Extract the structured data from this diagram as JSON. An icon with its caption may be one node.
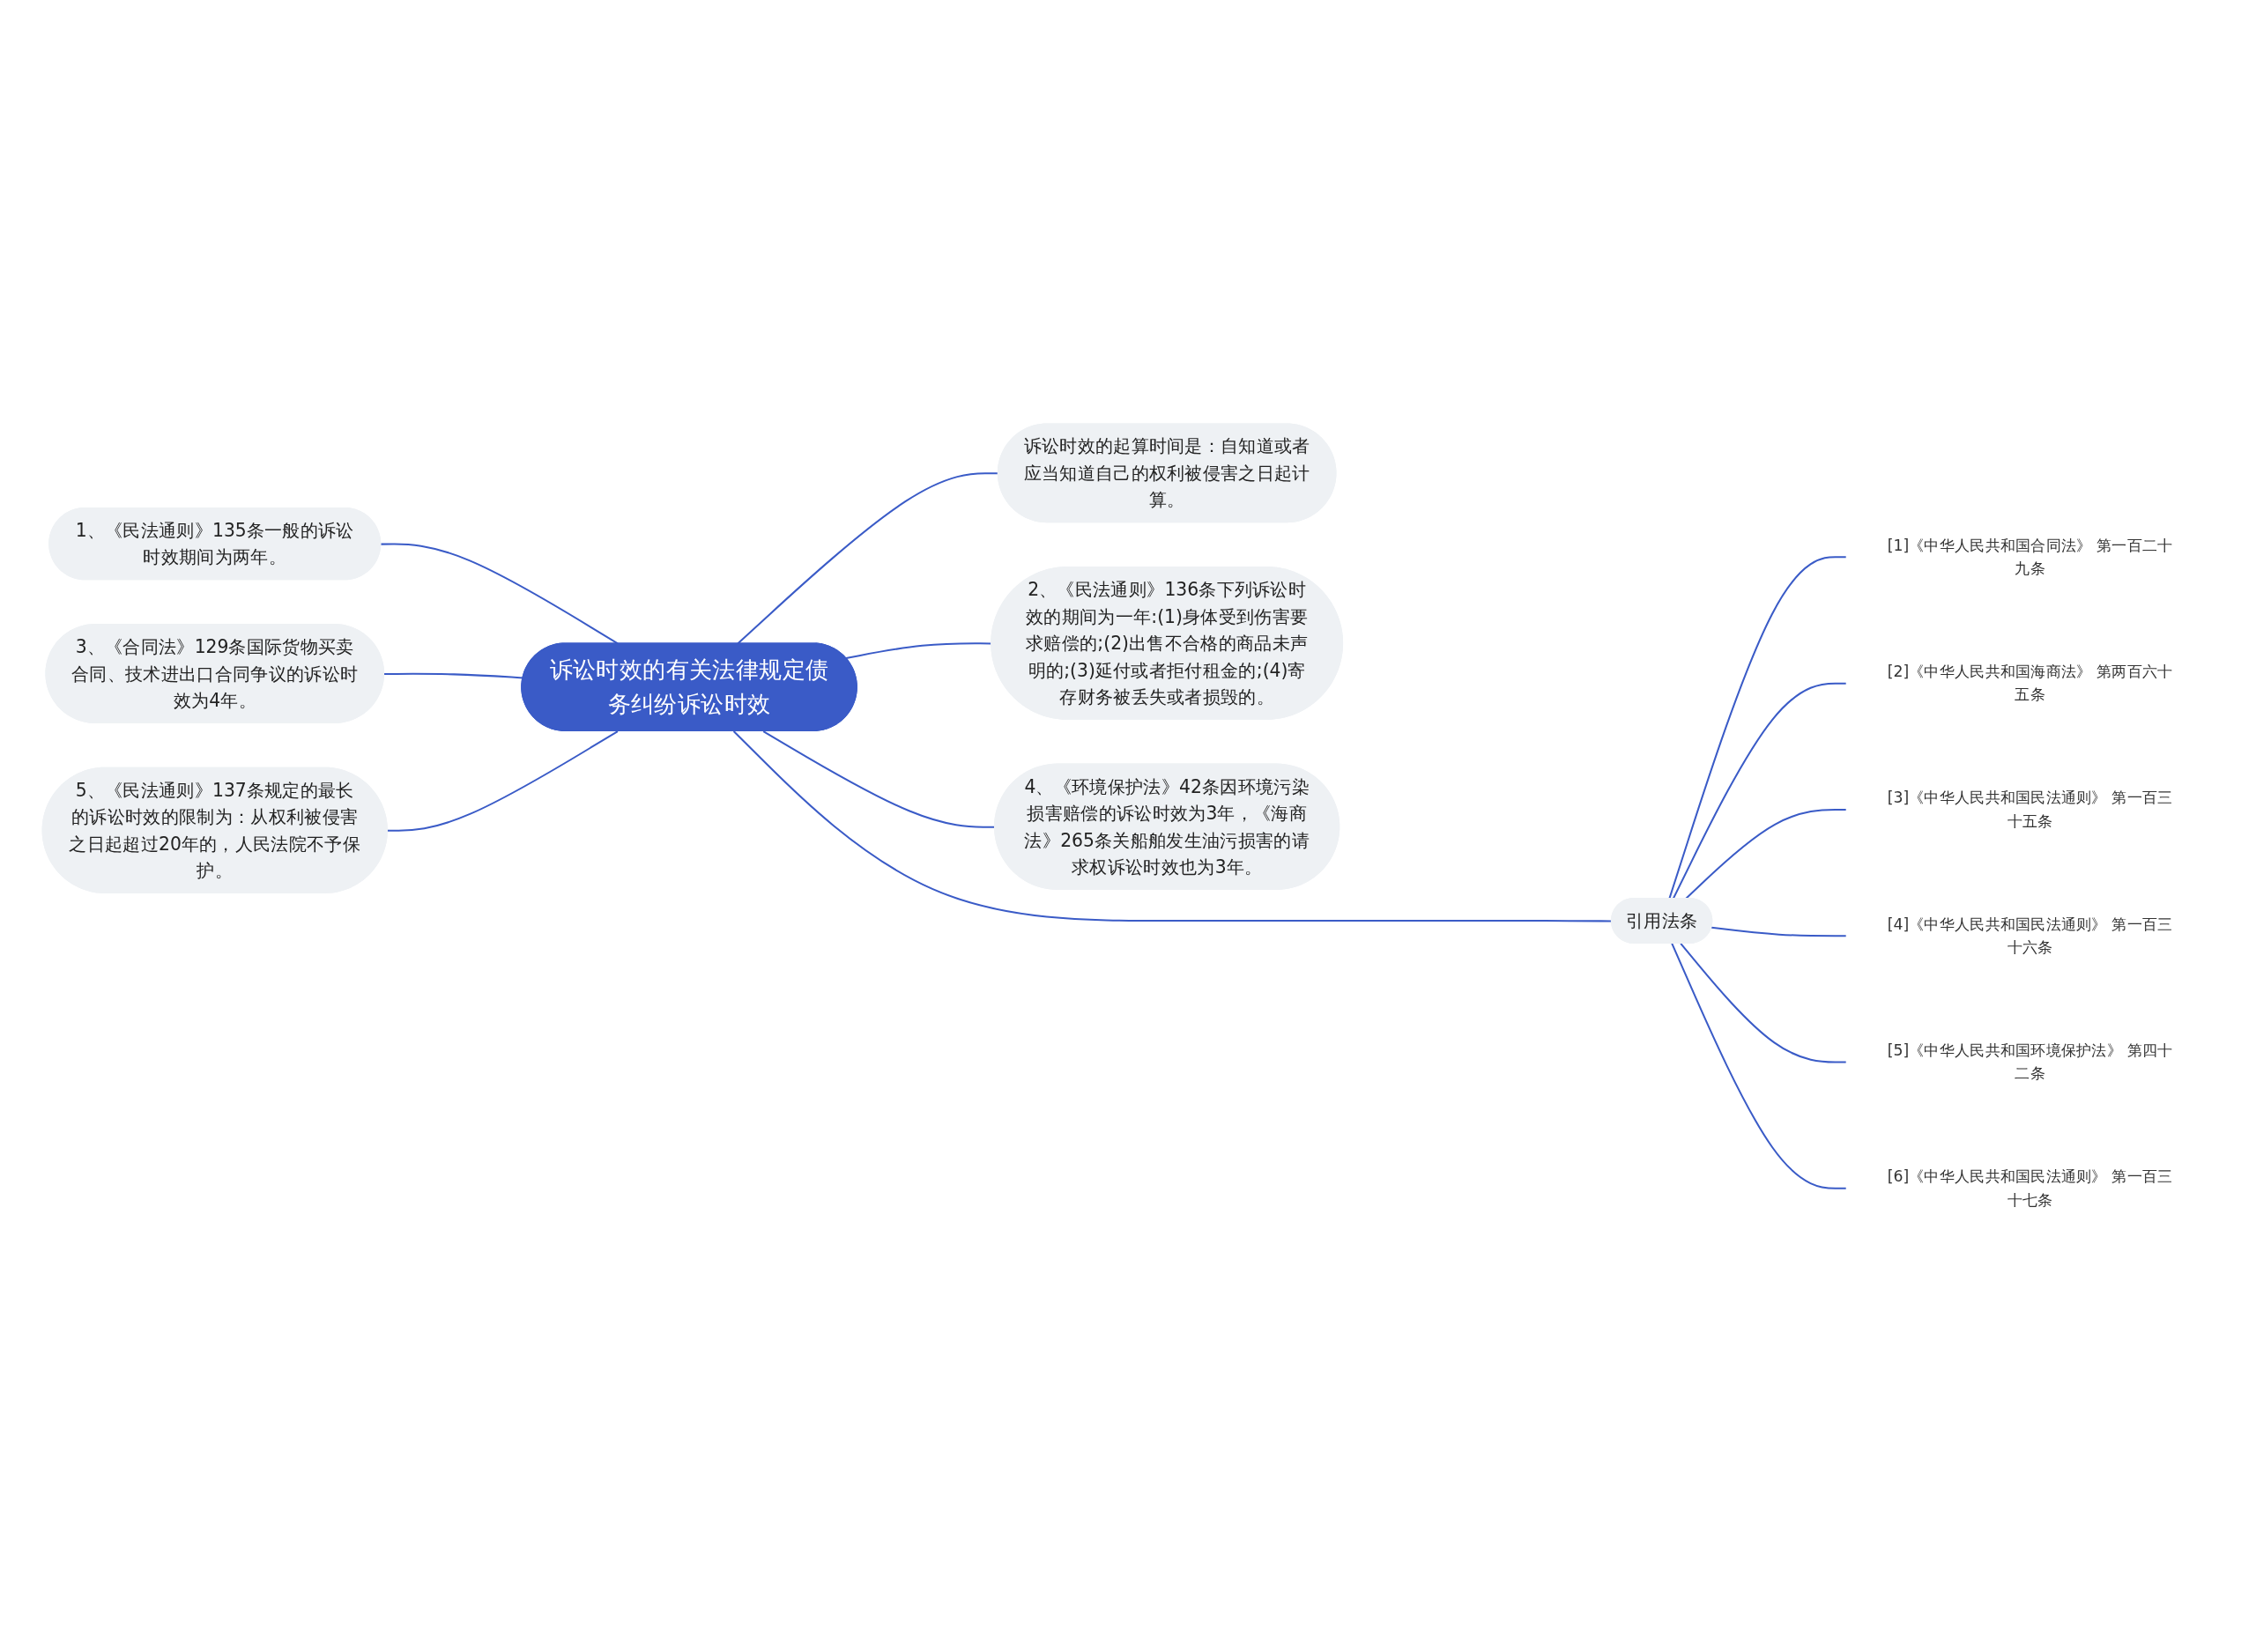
{
  "diagram": {
    "nodes": [
      {
        "text": [
          "诉讼时效的有关法律规定债务纠纷诉讼时效"
        ]
      },
      {
        "text": [
          "诉讼时效的起算时间是：自知道或者应当知道自己的权利被侵害之日起计算。"
        ]
      },
      {
        "text": [
          "2、《民法通则》136条下列诉讼时效的期间为一年:(1)身体受到伤害要求赔偿的;(2)出售不合格的商品未声明的;(3)延付或者拒付租金的;(4)寄存财务被丢失或者损毁的。"
        ]
      },
      {
        "text": [
          "4、《环境保护法》42条因环境污染损害赔偿的诉讼时效为3年，《海商法》265条关船舶发生油污损害的请求权诉讼时效也为3年。"
        ]
      },
      {
        "text": [
          "引用法条"
        ]
      },
      {
        "text": [
          "[1]《中华人民共和国合同法》 第一百二十九条"
        ]
      },
      {
        "text": [
          "[2]《中华人民共和国海商法》 第两百六十五条"
        ]
      },
      {
        "text": [
          "[3]《中华人民共和国民法通则》 第一百三十五条"
        ]
      },
      {
        "text": [
          "[4]《中华人民共和国民法通则》 第一百三十六条"
        ]
      },
      {
        "text": [
          "[5]《中华人民共和国环境保护法》 第四十二条"
        ]
      },
      {
        "text": [
          "[6]《中华人民共和国民法通则》 第一百三十七条"
        ]
      },
      {
        "text": [
          "1、《民法通则》135条一般的诉讼时效期间为两年。"
        ]
      },
      {
        "text": [
          "3、《合同法》129条国际货物买卖合同、技术进出口合同争议的诉讼时效为4年。"
        ]
      },
      {
        "text": [
          "5、《民法通则》137条规定的最长的诉讼时效的限制为：从权利被侵害之日起超过20年的，人民法院不予保护。"
        ]
      }
    ],
    "edges": [
      {
        "from": 0,
        "to": 1,
        "arrow": "none"
      },
      {
        "from": 0,
        "to": 2,
        "arrow": "none"
      },
      {
        "from": 0,
        "to": 3,
        "arrow": "none"
      },
      {
        "from": 0,
        "to": 4,
        "arrow": "none"
      },
      {
        "from": 4,
        "to": 5,
        "arrow": "none"
      },
      {
        "from": 4,
        "to": 6,
        "arrow": "none"
      },
      {
        "from": 4,
        "to": 7,
        "arrow": "none"
      },
      {
        "from": 4,
        "to": 8,
        "arrow": "none"
      },
      {
        "from": 4,
        "to": 9,
        "arrow": "none"
      },
      {
        "from": 4,
        "to": 10,
        "arrow": "none"
      },
      {
        "from": 11,
        "to": 0,
        "arrow": "none"
      },
      {
        "from": 12,
        "to": 0,
        "arrow": "none"
      },
      {
        "from": 13,
        "to": 0,
        "arrow": "none"
      }
    ]
  }
}
